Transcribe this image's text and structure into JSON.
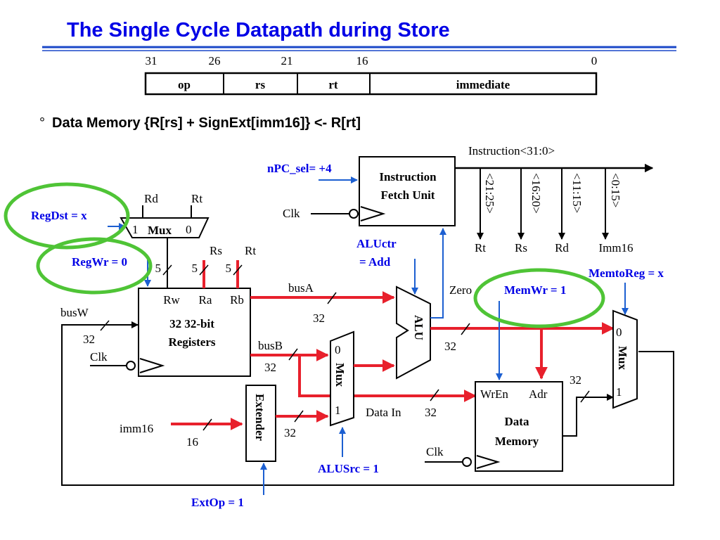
{
  "title": "The Single Cycle Datapath during Store",
  "instruction_format": {
    "bit_positions": [
      "31",
      "26",
      "21",
      "16",
      "0"
    ],
    "fields": [
      "op",
      "rs",
      "rt",
      "immediate"
    ]
  },
  "bullet": {
    "mark": "°",
    "text": "Data Memory {R[rs] + SignExt[imm16]}  <-  R[rt]"
  },
  "control_signals": {
    "npc_sel": "nPC_sel= +4",
    "regdst": "RegDst = x",
    "regwr": "RegWr = 0",
    "aluctr_line1": "ALUctr",
    "aluctr_line2": "= Add",
    "memtoreg": "MemtoReg = x",
    "memwr": "MemWr = 1",
    "alusrc": "ALUSrc = 1",
    "extop": "ExtOp = 1"
  },
  "fetch": {
    "label_line1": "Instruction",
    "label_line2": "Fetch Unit",
    "clk": "Clk",
    "instruction_bus": "Instruction<31:0>",
    "fields": [
      "<21:25>",
      "<16:20>",
      "<11:15>",
      "<0:15>"
    ],
    "field_names": [
      "Rt",
      "Rs",
      "Rd",
      "Imm16"
    ]
  },
  "regdst_mux": {
    "input_rd": "Rd",
    "input_rt": "Rt",
    "sel_1": "1",
    "label": "Mux",
    "sel_0": "0"
  },
  "register_file": {
    "rs": "Rs",
    "rt": "Rt",
    "widths": [
      "5",
      "5",
      "5"
    ],
    "ports": [
      "Rw",
      "Ra",
      "Rb"
    ],
    "label_line1": "32 32-bit",
    "label_line2": "Registers",
    "busw": "busW",
    "busw_width": "32",
    "clk": "Clk"
  },
  "buses": {
    "busa": "busA",
    "busa_width": "32",
    "busb": "busB",
    "busb_width": "32",
    "imm16": "imm16",
    "imm16_width": "16",
    "ext_width": "32",
    "alu_out_width": "32",
    "dm_out_width": "32",
    "data_in": "Data In",
    "data_in_width": "32"
  },
  "extender": {
    "label": "Extender"
  },
  "alusrc_mux": {
    "sel_0": "0",
    "label": "Mux",
    "sel_1": "1"
  },
  "alu": {
    "label": "ALU",
    "zero": "Zero"
  },
  "data_memory": {
    "wren": "WrEn",
    "adr": "Adr",
    "label_line1": "Data",
    "label_line2": "Memory",
    "clk": "Clk"
  },
  "memtoreg_mux": {
    "sel_0": "0",
    "label": "Mux",
    "sel_1": "1"
  },
  "colors": {
    "title": "#0000e6",
    "control_text": "#0000e6",
    "active_path": "#e8202c",
    "highlight_circle": "#4fc436",
    "control_arrows": "#1c5fd1",
    "rule": "#1a47c8"
  }
}
